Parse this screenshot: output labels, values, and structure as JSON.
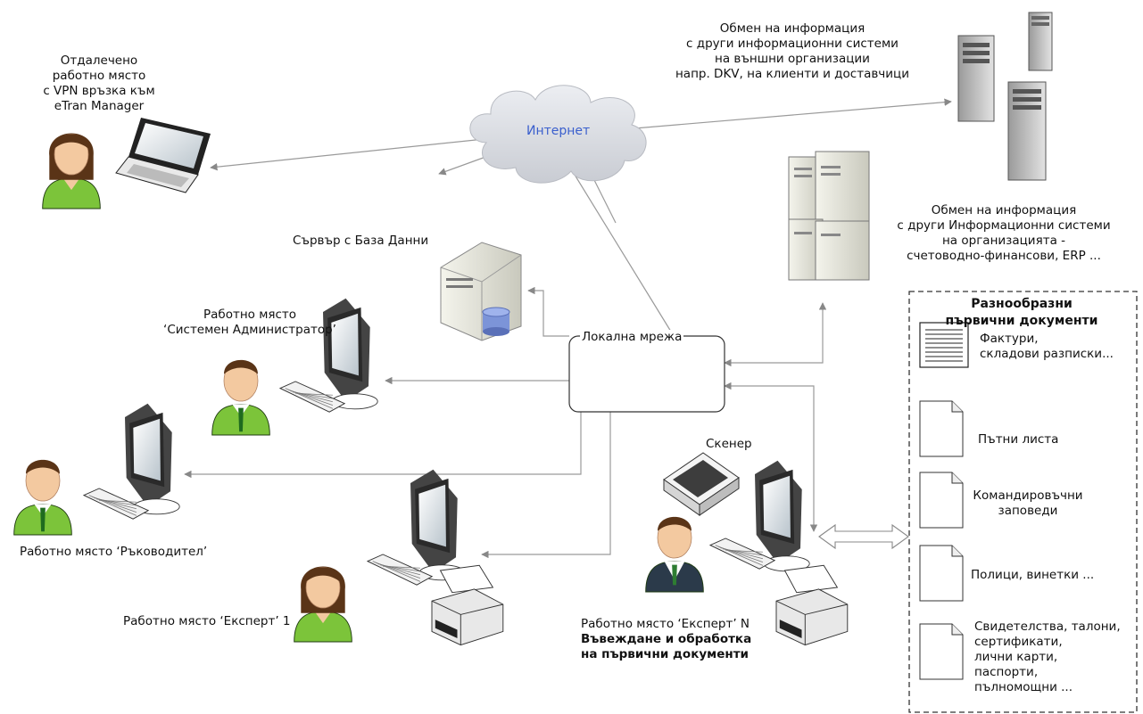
{
  "remote": {
    "lines": [
      "Отдалечено",
      "работно място",
      "с VPN връзка към",
      "eTran Manager"
    ]
  },
  "internet": {
    "label": "Интернет",
    "color": "#3a5fcd"
  },
  "exchange_external": {
    "lines": [
      "Обмен на информация",
      "с други информационни системи",
      "на външни организации",
      "напр.  DKV, на клиенти и доставчици"
    ]
  },
  "exchange_internal": {
    "lines": [
      "Обмен на информация",
      "с други Информационни системи",
      "на организацията -",
      "счетоводно-финансови, ERP ..."
    ]
  },
  "db_server": {
    "label": "Сървър с База Данни"
  },
  "admin": {
    "lines": [
      "Работно място",
      "‘Системен Администратор’"
    ]
  },
  "lan": {
    "label": "Локална мрежа"
  },
  "manager": {
    "label": "Работно място ‘Ръководител’"
  },
  "expert1": {
    "label": "Работно място ‘Експерт’ 1"
  },
  "scanner": {
    "label": "Скенер"
  },
  "expertN": {
    "label": "Работно място ‘Експерт’ N",
    "bold_lines": [
      "Въвеждане и обработка",
      "на първични документи"
    ]
  },
  "documents": {
    "title_lines": [
      "Разнообразни",
      "първични документи"
    ],
    "items": [
      {
        "lines": [
          "Фактури,",
          "складови разписки..."
        ]
      },
      {
        "lines": [
          "Пътни листа"
        ]
      },
      {
        "lines": [
          "Командировъчни",
          "заповеди"
        ]
      },
      {
        "lines": [
          "Полици, винетки ..."
        ]
      },
      {
        "lines": [
          "Свидетелства, талони,",
          "сертификати,",
          "лични карти,",
          "паспорти,",
          "пълномощни ..."
        ]
      }
    ]
  },
  "colors": {
    "line": "#9a9a9a",
    "cloud": "#d7d9de",
    "monitor": "#3b3b3b",
    "skin": "#f3c9a0",
    "hair": "#5a3417",
    "shirt_green": "#7cc43a",
    "suit_dark": "#2b3a4a"
  }
}
